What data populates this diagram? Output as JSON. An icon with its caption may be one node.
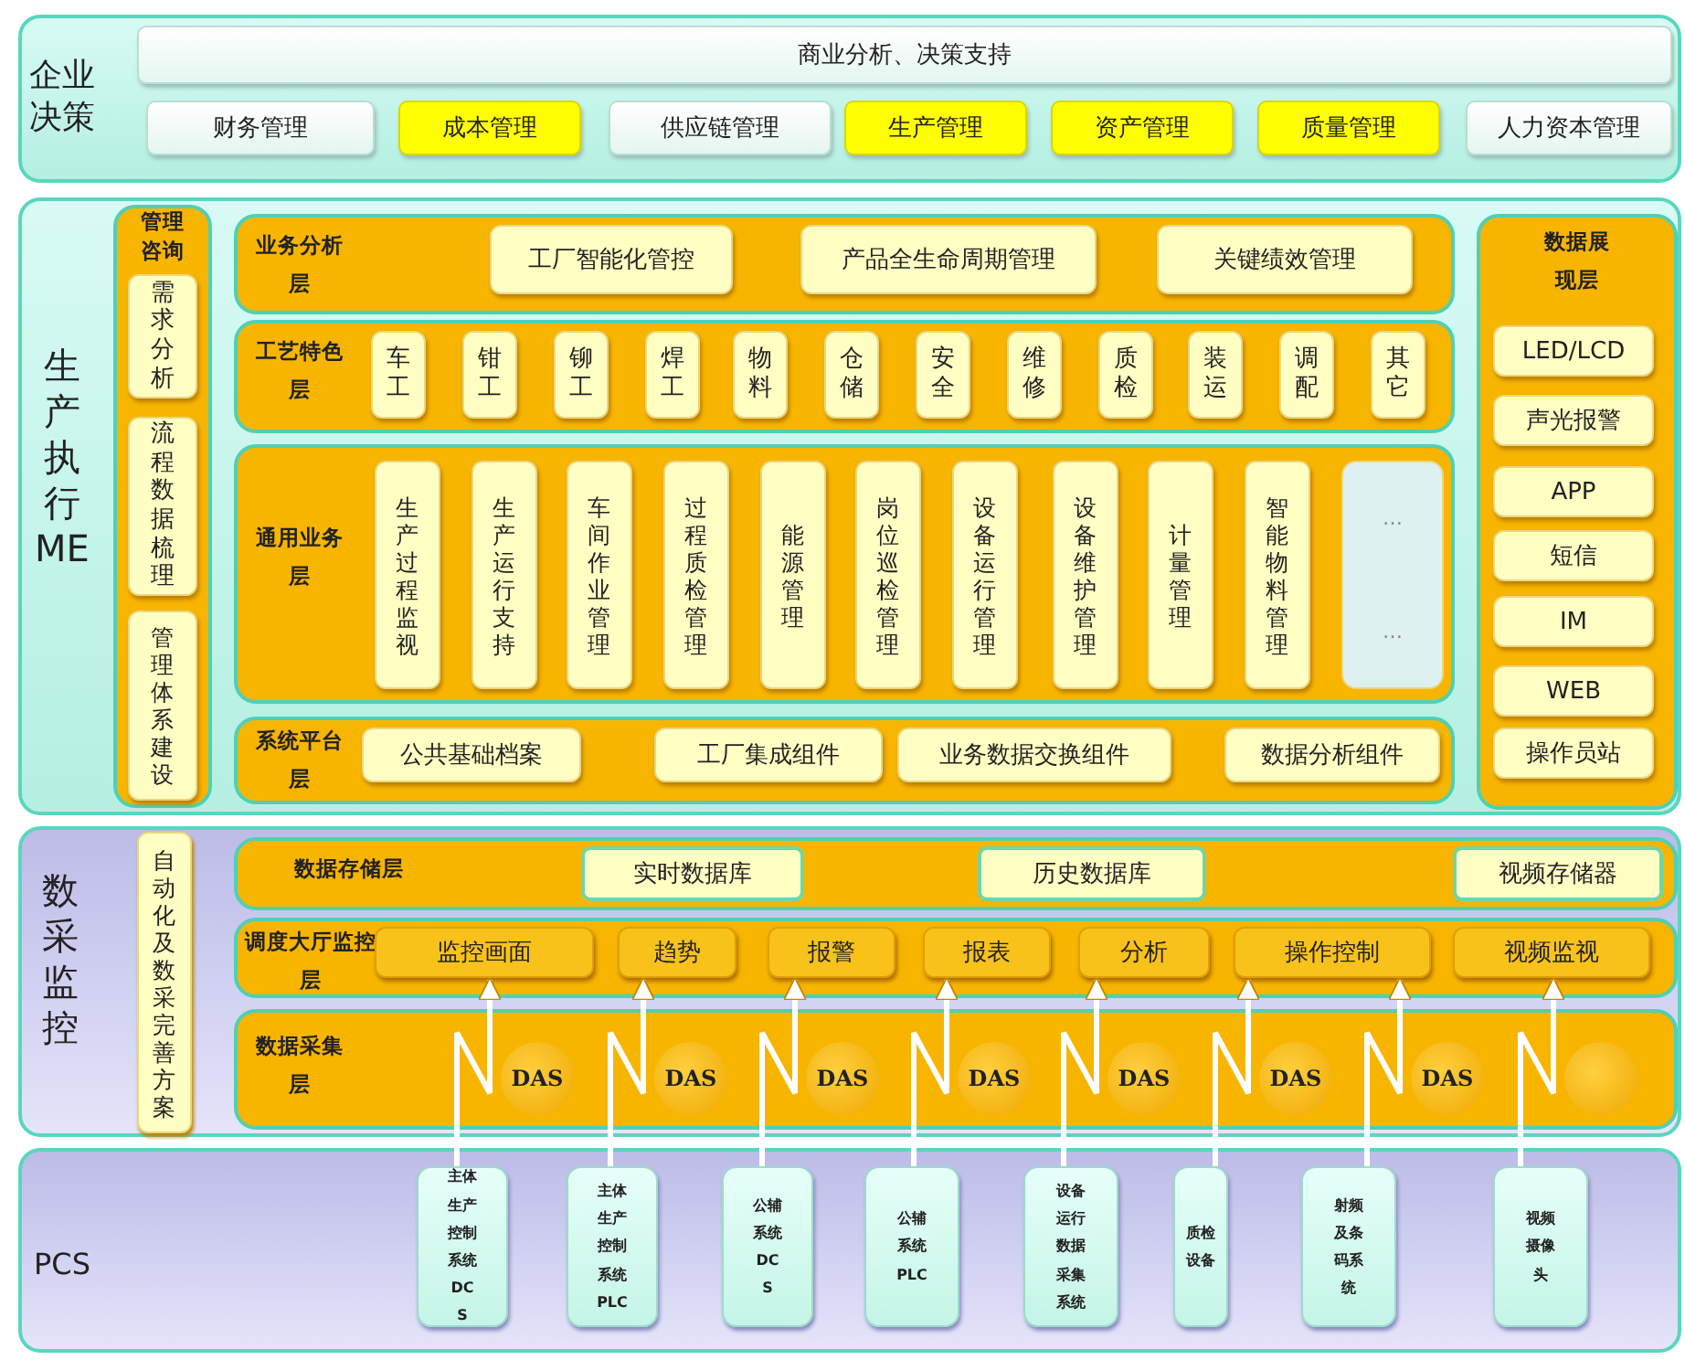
{
  "diagram": {
    "nodes": [
      {
        "text": [
          "企业决策"
        ]
      },
      {
        "text": [
          "商业分析、决策支持"
        ],
        "in": 0
      },
      {
        "text": [
          "财务管理"
        ],
        "in": 0
      },
      {
        "text": [
          "成本管理"
        ],
        "in": 0
      },
      {
        "text": [
          "供应链管理"
        ],
        "in": 0
      },
      {
        "text": [
          "生产管理"
        ],
        "in": 0
      },
      {
        "text": [
          "资产管理"
        ],
        "in": 0
      },
      {
        "text": [
          "质量管理"
        ],
        "in": 0
      },
      {
        "text": [
          "人力资本管理"
        ],
        "in": 0
      },
      {
        "text": [
          "生产执行ME"
        ]
      },
      {
        "text": [
          "管理咨询"
        ],
        "in": 9
      },
      {
        "text": [
          "需求分析"
        ],
        "in": 10
      },
      {
        "text": [
          "流程数据梳理"
        ],
        "in": 10
      },
      {
        "text": [
          "管理体系建设"
        ],
        "in": 10
      },
      {
        "text": [
          "业务分析层"
        ],
        "in": 9
      },
      {
        "text": [
          "工厂智能化管控"
        ],
        "in": 14
      },
      {
        "text": [
          "产品全生命周期管理"
        ],
        "in": 14
      },
      {
        "text": [
          "关键绩效管理"
        ],
        "in": 14
      },
      {
        "text": [
          "工艺特色层"
        ],
        "in": 9
      },
      {
        "text": [
          "车工"
        ],
        "in": 18
      },
      {
        "text": [
          "钳工"
        ],
        "in": 18
      },
      {
        "text": [
          "铆工"
        ],
        "in": 18
      },
      {
        "text": [
          "焊工"
        ],
        "in": 18
      },
      {
        "text": [
          "物料"
        ],
        "in": 18
      },
      {
        "text": [
          "仓储"
        ],
        "in": 18
      },
      {
        "text": [
          "安全"
        ],
        "in": 18
      },
      {
        "text": [
          "维修"
        ],
        "in": 18
      },
      {
        "text": [
          "质检"
        ],
        "in": 18
      },
      {
        "text": [
          "装运"
        ],
        "in": 18
      },
      {
        "text": [
          "调配"
        ],
        "in": 18
      },
      {
        "text": [
          "其它"
        ],
        "in": 18
      },
      {
        "text": [
          "通用业务层"
        ],
        "in": 9
      },
      {
        "text": [
          "生产过程监视"
        ],
        "in": 31
      },
      {
        "text": [
          "生产运行支持"
        ],
        "in": 31
      },
      {
        "text": [
          "车间作业管理"
        ],
        "in": 31
      },
      {
        "text": [
          "过程质检管理"
        ],
        "in": 31
      },
      {
        "text": [
          "能源管理"
        ],
        "in": 31
      },
      {
        "text": [
          "岗位巡检管理"
        ],
        "in": 31
      },
      {
        "text": [
          "设备运行管理"
        ],
        "in": 31
      },
      {
        "text": [
          "设备维护管理"
        ],
        "in": 31
      },
      {
        "text": [
          "计量管理"
        ],
        "in": 31
      },
      {
        "text": [
          "智能物料管理"
        ],
        "in": 31
      },
      {
        "text": [
          "…",
          "…"
        ],
        "in": 31
      },
      {
        "text": [
          "系统平台层"
        ],
        "in": 9
      },
      {
        "text": [
          "公共基础档案"
        ],
        "in": 43
      },
      {
        "text": [
          "工厂集成组件"
        ],
        "in": 43
      },
      {
        "text": [
          "业务数据交换组件"
        ],
        "in": 43
      },
      {
        "text": [
          "数据分析组件"
        ],
        "in": 43
      },
      {
        "text": [
          "数据展现层"
        ],
        "in": 9
      },
      {
        "text": [
          "LED/LCD"
        ],
        "in": 48
      },
      {
        "text": [
          "声光报警"
        ],
        "in": 48
      },
      {
        "text": [
          "APP"
        ],
        "in": 48
      },
      {
        "text": [
          "短信"
        ],
        "in": 48
      },
      {
        "text": [
          "IM"
        ],
        "in": 48
      },
      {
        "text": [
          "WEB"
        ],
        "in": 48
      },
      {
        "text": [
          "操作员站"
        ],
        "in": 48
      },
      {
        "text": [
          "数采监控"
        ]
      },
      {
        "text": [
          "自动化及数采完善方案"
        ],
        "in": 56
      },
      {
        "text": [
          "数据存储层"
        ],
        "in": 56
      },
      {
        "text": [
          "实时数据库"
        ],
        "in": 58
      },
      {
        "text": [
          "历史数据库"
        ],
        "in": 58
      },
      {
        "text": [
          "视频存储器"
        ],
        "in": 58
      },
      {
        "text": [
          "调度大厅监控层"
        ],
        "in": 56
      },
      {
        "text": [
          "监控画面"
        ],
        "in": 62
      },
      {
        "text": [
          "趋势"
        ],
        "in": 62
      },
      {
        "text": [
          "报警"
        ],
        "in": 62
      },
      {
        "text": [
          "报表"
        ],
        "in": 62
      },
      {
        "text": [
          "分析"
        ],
        "in": 62
      },
      {
        "text": [
          "操作控制"
        ],
        "in": 62
      },
      {
        "text": [
          "视频监视"
        ],
        "in": 62
      },
      {
        "text": [
          "数据采集层"
        ],
        "in": 56
      },
      {
        "text": [
          "DAS"
        ],
        "in": 70
      },
      {
        "text": [
          "DAS"
        ],
        "in": 70
      },
      {
        "text": [
          "DAS"
        ],
        "in": 70
      },
      {
        "text": [
          "DAS"
        ],
        "in": 70
      },
      {
        "text": [
          "DAS"
        ],
        "in": 70
      },
      {
        "text": [
          "DAS"
        ],
        "in": 70
      },
      {
        "text": [
          "DAS"
        ],
        "in": 70
      },
      {
        "text": [],
        "shape": "circle",
        "in": 70
      },
      {
        "text": [
          "PCS"
        ]
      },
      {
        "text": [
          "主体生产控制系统DCS"
        ],
        "in": 79
      },
      {
        "text": [
          "主体生产控制系统PLC"
        ],
        "in": 79
      },
      {
        "text": [
          "公辅系统DCS"
        ],
        "in": 79
      },
      {
        "text": [
          "公辅系统PLC"
        ],
        "in": 79
      },
      {
        "text": [
          "设备运行数据采集系统"
        ],
        "in": 79
      },
      {
        "text": [
          "质检设备"
        ],
        "in": 79
      },
      {
        "text": [
          "射频及条码系统"
        ],
        "in": 79
      },
      {
        "text": [
          "视频摄像头"
        ],
        "in": 79
      }
    ],
    "edges": [
      {
        "from": 80,
        "to": 63,
        "arrow": "to"
      },
      {
        "from": 81,
        "to": 64,
        "arrow": "to"
      },
      {
        "from": 82,
        "to": 65,
        "arrow": "to"
      },
      {
        "from": 83,
        "to": 66,
        "arrow": "to"
      },
      {
        "from": 84,
        "to": 67,
        "arrow": "to"
      },
      {
        "from": 85,
        "to": 68,
        "arrow": "to"
      },
      {
        "from": 86,
        "to": 68,
        "arrow": "to"
      },
      {
        "from": 87,
        "to": 69,
        "arrow": "to"
      }
    ]
  }
}
